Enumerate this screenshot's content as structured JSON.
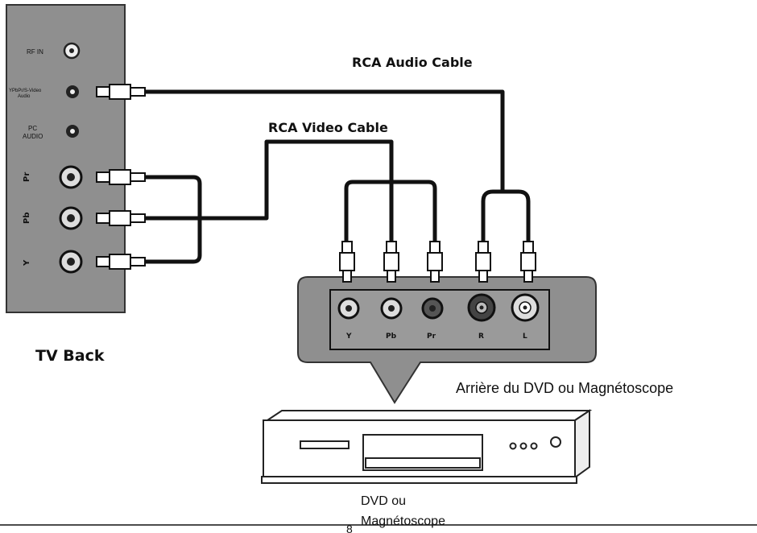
{
  "tv_panel": {
    "rf_in_label": "RF IN",
    "ypbpr_audio_label_line1": "YPbPr/S-Video",
    "ypbpr_audio_label_line2": "Audio",
    "pc_audio_label_line1": "PC",
    "pc_audio_label_line2": "AUDIO",
    "pr_label": "Pr",
    "pb_label": "Pb",
    "y_label": "Y",
    "caption": "TV Back"
  },
  "cables": {
    "audio_label": "RCA Audio Cable",
    "video_label": "RCA Video Cable"
  },
  "dvd_panel": {
    "jacks": [
      "Y",
      "Pb",
      "Pr",
      "R",
      "L"
    ],
    "caption": "Arrière du DVD ou Magnétoscope"
  },
  "player": {
    "caption_line1": "DVD ou",
    "caption_line2": "Magnétoscope"
  },
  "page_number": "8"
}
